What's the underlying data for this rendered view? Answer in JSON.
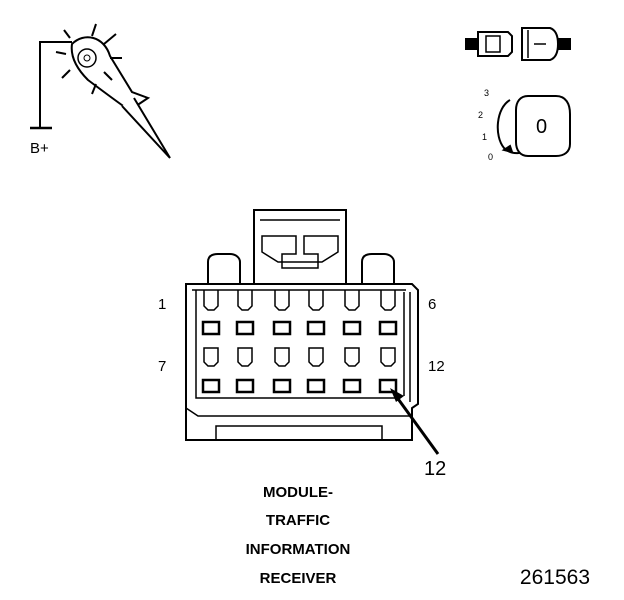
{
  "probe": {
    "label": "B+"
  },
  "ignition": {
    "positions": [
      "3",
      "2",
      "1",
      "0"
    ],
    "key_glyph": "0"
  },
  "connector": {
    "pin_labels": {
      "top_left": "1",
      "top_right": "6",
      "bottom_left": "7",
      "bottom_right": "12"
    },
    "callout": "12"
  },
  "title": {
    "lines": [
      "MODULE-",
      "TRAFFIC",
      "INFORMATION",
      "RECEIVER"
    ]
  },
  "figure_number": "261563"
}
